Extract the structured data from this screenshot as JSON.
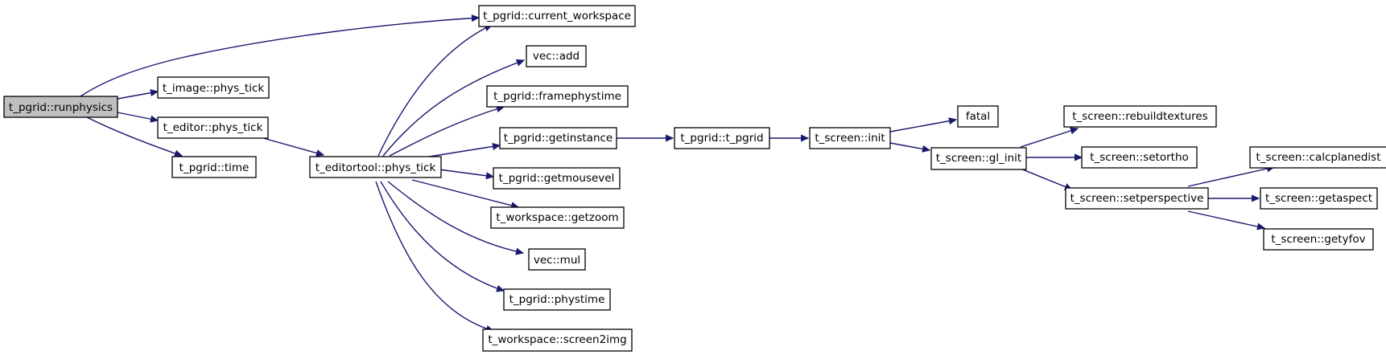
{
  "colors": {
    "edge": "#191970",
    "node_border": "#000000",
    "root_fill": "#bfbfbf",
    "node_fill": "#ffffff"
  },
  "nodes": {
    "runphysics": "t_pgrid::runphysics",
    "current_workspace": "t_pgrid::current_workspace",
    "image_phys_tick": "t_image::phys_tick",
    "editor_phys_tick": "t_editor::phys_tick",
    "pgrid_time": "t_pgrid::time",
    "editortool_phys_tick": "t_editortool::phys_tick",
    "vec_add": "vec::add",
    "framephystime": "t_pgrid::framephystime",
    "getinstance": "t_pgrid::getinstance",
    "getmousevel": "t_pgrid::getmousevel",
    "getzoom": "t_workspace::getzoom",
    "vec_mul": "vec::mul",
    "phystime": "t_pgrid::phystime",
    "screen2img": "t_workspace::screen2img",
    "t_pgrid": "t_pgrid::t_pgrid",
    "screen_init": "t_screen::init",
    "fatal": "fatal",
    "gl_init": "t_screen::gl_init",
    "rebuildtextures": "t_screen::rebuildtextures",
    "setortho": "t_screen::setortho",
    "setperspective": "t_screen::setperspective",
    "calcplanedist": "t_screen::calcplanedist",
    "getaspect": "t_screen::getaspect",
    "getyfov": "t_screen::getyfov"
  }
}
